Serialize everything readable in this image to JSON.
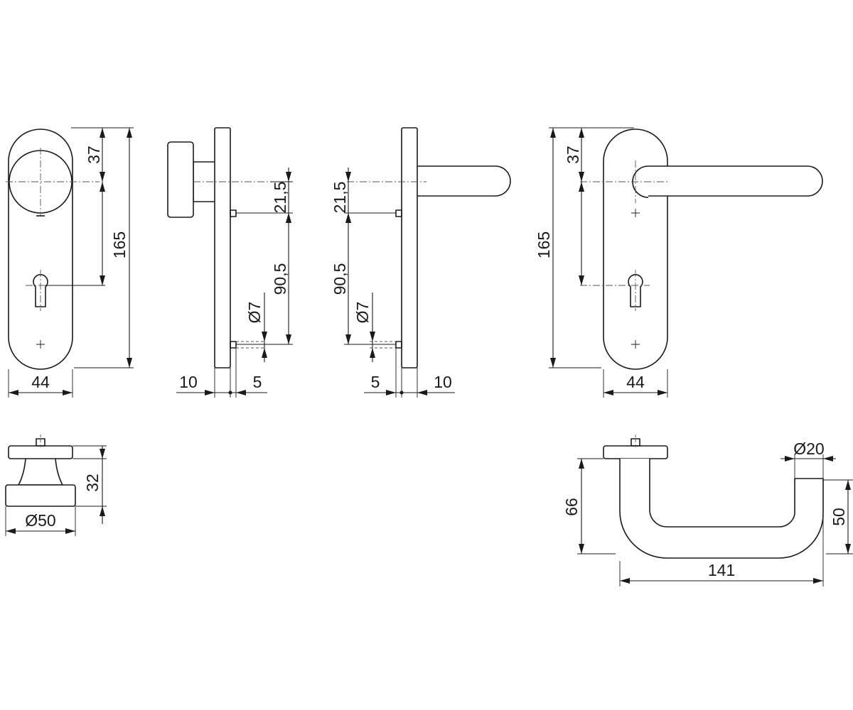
{
  "dimensions": {
    "knob_front_width": "44",
    "knob_front_37": "37",
    "knob_front_165": "165",
    "knob_side_21_5": "21,5",
    "knob_side_90_5": "90,5",
    "knob_side_d7": "Ø7",
    "knob_side_10": "10",
    "knob_side_5": "5",
    "lever_side_21_5": "21,5",
    "lever_side_90_5": "90,5",
    "lever_side_d7": "Ø7",
    "lever_side_5": "5",
    "lever_side_10": "10",
    "lever_front_37": "37",
    "lever_front_165": "165",
    "lever_front_width": "44",
    "knob_top_height": "32",
    "knob_top_diameter": "Ø50",
    "lever_top_height": "66",
    "lever_top_diameter": "Ø20",
    "lever_top_50": "50",
    "lever_top_length": "141"
  }
}
